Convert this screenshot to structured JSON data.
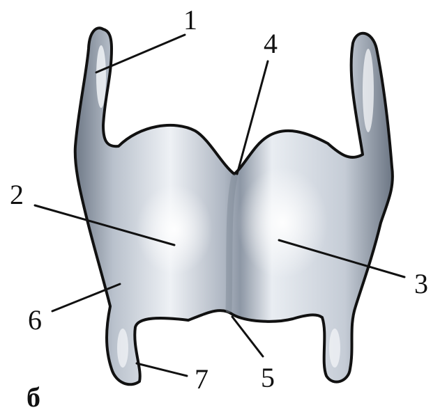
{
  "figure": {
    "panel_label": "б",
    "callouts": [
      "1",
      "2",
      "3",
      "4",
      "5",
      "6",
      "7"
    ]
  },
  "colors": {
    "cartilage_light": "#f2f4f7",
    "cartilage_mid": "#c9d0da",
    "cartilage_shadow": "#7e8896",
    "outline": "#111111"
  }
}
